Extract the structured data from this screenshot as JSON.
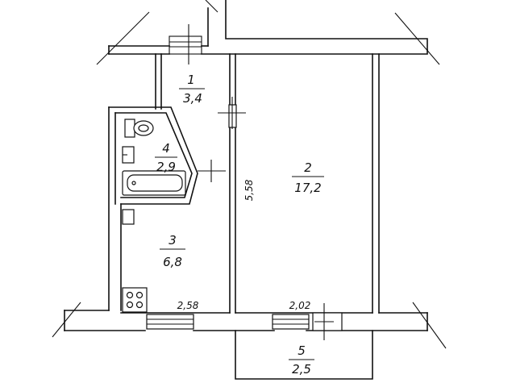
{
  "rooms": [
    {
      "id": "1",
      "area": "3,4"
    },
    {
      "id": "2",
      "area": "17,2"
    },
    {
      "id": "3",
      "area": "6,8"
    },
    {
      "id": "4",
      "area": "2,9"
    },
    {
      "id": "5",
      "area": "2,5"
    }
  ],
  "dimensions": {
    "room2_length": "5,58",
    "kitchen_window": "2,58",
    "room_window": "2,02"
  }
}
